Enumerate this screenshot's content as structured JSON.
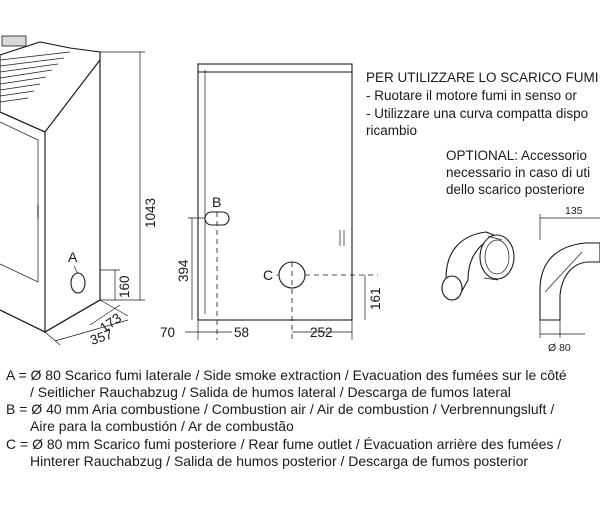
{
  "dimensions": {
    "height": "1043",
    "depth_side": "357",
    "depth_inner": "173",
    "height_a": "160",
    "height_b": "394",
    "left_offset": "70",
    "b_offset": "58",
    "c_offset": "252",
    "height_c": "161"
  },
  "callouts": {
    "a": "A",
    "b": "B",
    "c": "C"
  },
  "notes": {
    "line1": "PER UTILIZZARE LO SCARICO FUMI",
    "line2": "- Ruotare il motore fumi  in senso or",
    "line3": "- Utilizzare una curva compatta dispo",
    "line4": "  ricambio",
    "optional1": "OPTIONAL: Accessorio",
    "optional2": "necessario in caso di uti",
    "optional3": "dello scarico posteriore"
  },
  "accessory": {
    "width": "135",
    "diameter": "Ø 80"
  },
  "legend": {
    "a1": "A = Ø 80 Scarico fumi laterale / Side smoke extraction / Evacuation des fumées sur le côté",
    "a2": "/ Seitlicher Rauchabzug / Salida de humos lateral / Descarga de fumos lateral",
    "b1": "B = Ø 40 mm Aria combustione / Combustion air / Air de combustion / Verbrennungsluft /",
    "b2": "Aire para la combustión / Ar de combustão",
    "c1": "C = Ø 80 mm Scarico fumi posteriore / Rear fume outlet / Évacuation arrière des fumées /",
    "c2": "Hinterer Rauchabzug / Salida de humos posterior / Descarga de fumos posterior"
  }
}
